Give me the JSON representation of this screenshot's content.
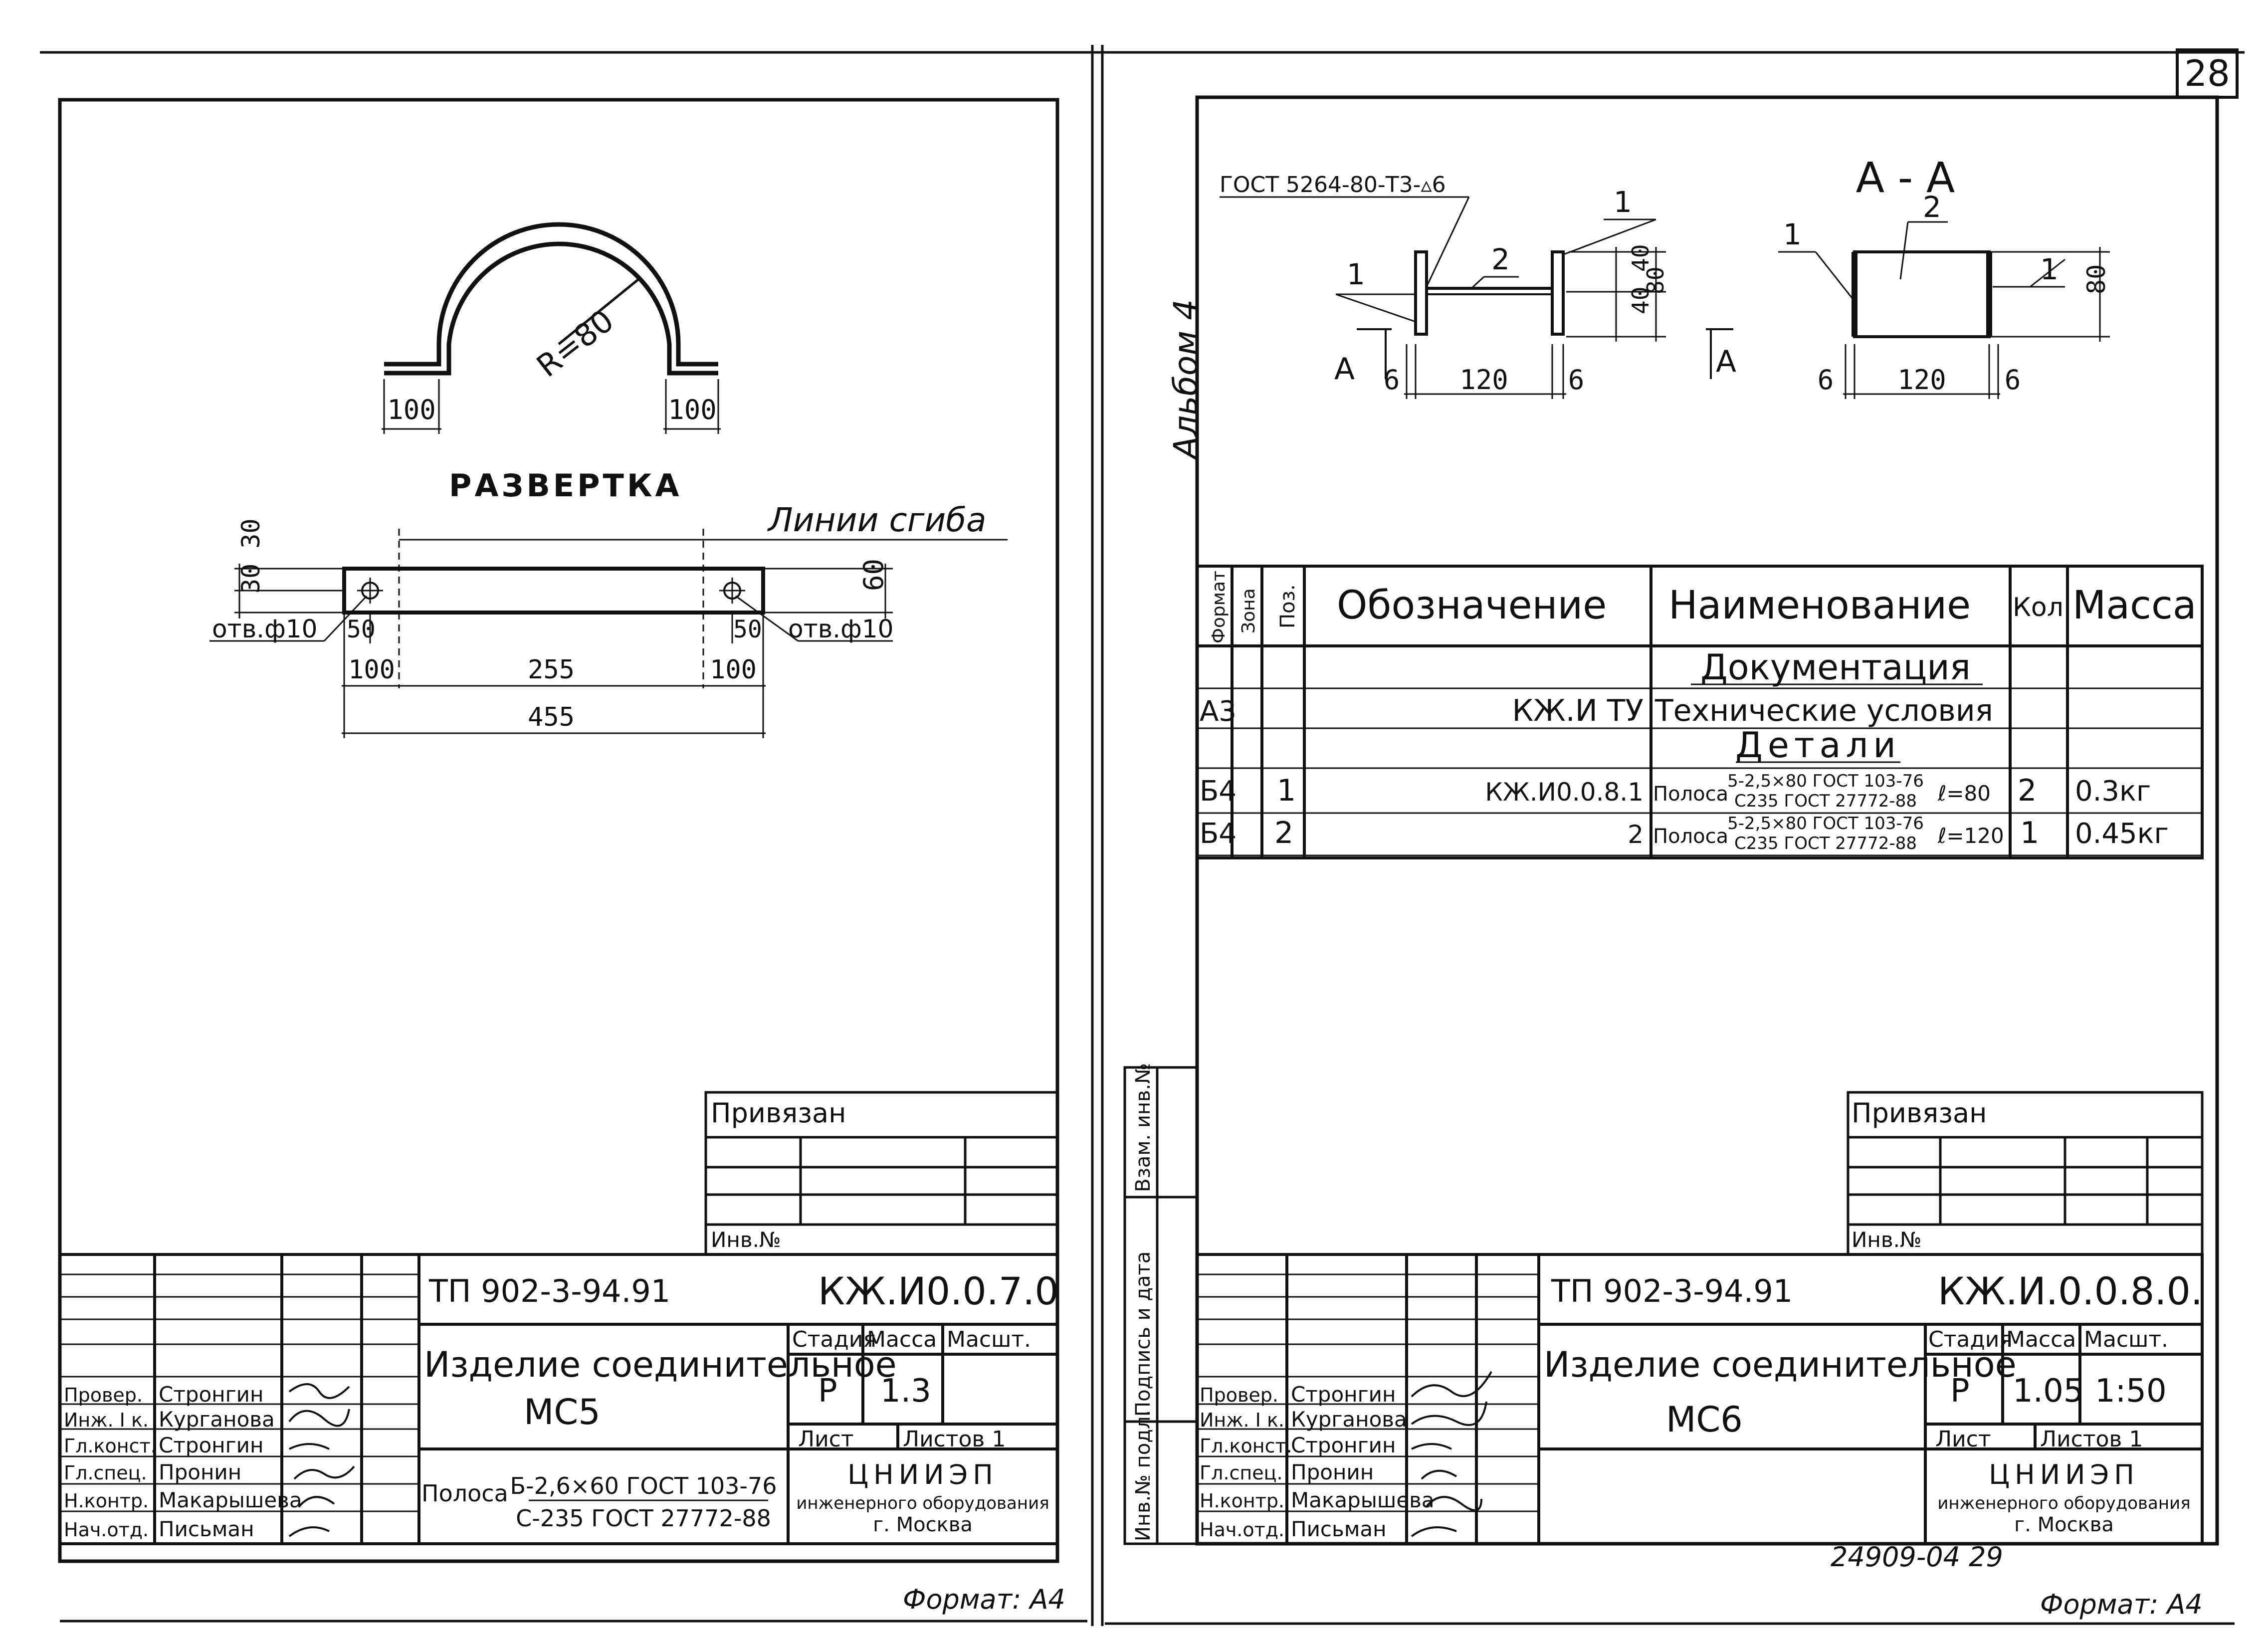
{
  "sheet_number": "28",
  "page_footer": "24909-04   29",
  "left": {
    "drawing": {
      "radius_label": "R=80",
      "dim_leg_left": "100",
      "dim_leg_right": "100",
      "razvertka_title": "РАЗВЕРТКА",
      "bend_lines_label": "Линии сгиба",
      "dim_30_30": "30 30",
      "hole_left": "отв.ф10",
      "hole_right": "отв.ф10",
      "dim_50_left": "50",
      "dim_50_right": "50",
      "dim_60": "60",
      "dim_100_left": "100",
      "dim_255": "255",
      "dim_100_right": "100",
      "dim_455": "455"
    },
    "privyazan": {
      "title": "Привязан",
      "inv": "Инв.№"
    },
    "title_block": {
      "code_small": "ТП 902-3-94.91",
      "code_main": "КЖ.И0.0.7.0",
      "name_line1": "Изделие соединительное",
      "name_line2": "МС5",
      "stage_h": "Стадия",
      "mass_h": "Масса",
      "scale_h": "Масшт.",
      "stage": "Р",
      "mass": "1.3",
      "scale": "",
      "list_h": "Лист",
      "listov_h": "Листов 1",
      "material_prefix": "Полоса",
      "material_top": "Б-2,6×60 ГОСТ 103-76",
      "material_bottom": "С-235 ГОСТ 27772-88",
      "org1": "ЦНИИЭП",
      "org2": "инженерного оборудования",
      "org3": "г. Москва",
      "roles": [
        "Провер.",
        "Инж. I к.",
        "Гл.конст.",
        "Гл.спец.",
        "Н.контр.",
        "Нач.отд."
      ],
      "names": [
        "Стронгин",
        "Курганова",
        "Стронгин",
        "Пронин",
        "Макарышева",
        "Письман"
      ]
    },
    "format": "Формат: А4"
  },
  "right": {
    "album": "Альбом 4",
    "side_stamp": [
      "Инв.№ подл.",
      "Подпись и дата",
      "Взам. инв.№"
    ],
    "drawing": {
      "weld_label": "ГОСТ 5264-80-Т3-▵6",
      "section_title": "А - А",
      "pos1": "1",
      "pos2": "2",
      "pos1_b": "1",
      "pos1_c": "1",
      "pos2_b": "2",
      "pos1_d": "1",
      "cut_a_left": "А",
      "cut_a_right": "А",
      "dim_6a": "6",
      "dim_120a": "120",
      "dim_6b": "6",
      "dim_40a": "40",
      "dim_40b": "40",
      "dim_80a": "80",
      "dim_6c": "6",
      "dim_120b": "120",
      "dim_6d": "6",
      "dim_80b": "80"
    },
    "spec": {
      "col_format": "Формат",
      "col_zone": "Зона",
      "col_pos": "Поз.",
      "col_designation": "Обозначение",
      "col_name": "Наименование",
      "col_qty": "Кол",
      "col_mass": "Масса",
      "section_docs": "Документация",
      "section_details": "Детали",
      "rows": [
        {
          "format": "А3",
          "pos": "",
          "designation": "КЖ.И ТУ",
          "name": "Технические условия",
          "qty": "",
          "mass": ""
        },
        {
          "format": "Б4",
          "pos": "1",
          "designation": "КЖ.И0.0.8.1",
          "name_prefix": "Полоса",
          "name_top": "5-2,5×80 ГОСТ 103-76",
          "name_bottom": "С235 ГОСТ 27772-88",
          "name_suffix": "ℓ=80",
          "qty": "2",
          "mass": "0.3кг"
        },
        {
          "format": "Б4",
          "pos": "2",
          "designation": "2",
          "name_prefix": "Полоса",
          "name_top": "5-2,5×80 ГОСТ 103-76",
          "name_bottom": "С235 ГОСТ 27772-88",
          "name_suffix": "ℓ=120",
          "qty": "1",
          "mass": "0.45кг"
        }
      ]
    },
    "privyazan": {
      "title": "Привязан",
      "inv": "Инв.№"
    },
    "title_block": {
      "code_small": "ТП 902-3-94.91",
      "code_main": "КЖ.И.0.0.8.0.",
      "name_line1": "Изделие соединительное",
      "name_line2": "МС6",
      "stage_h": "Стадия",
      "mass_h": "Масса",
      "scale_h": "Масшт.",
      "stage": "Р",
      "mass": "1.05",
      "scale": "1:50",
      "list_h": "Лист",
      "listov_h": "Листов 1",
      "org1": "ЦНИИЭП",
      "org2": "инженерного оборудования",
      "org3": "г. Москва",
      "roles": [
        "Провер.",
        "Инж. I к.",
        "Гл.конст.",
        "Гл.спец.",
        "Н.контр.",
        "Нач.отд."
      ],
      "names": [
        "Стронгин",
        "Курганова",
        "Стронгин",
        "Пронин",
        "Макарышева",
        "Письман"
      ]
    },
    "format": "Формат: А4"
  }
}
